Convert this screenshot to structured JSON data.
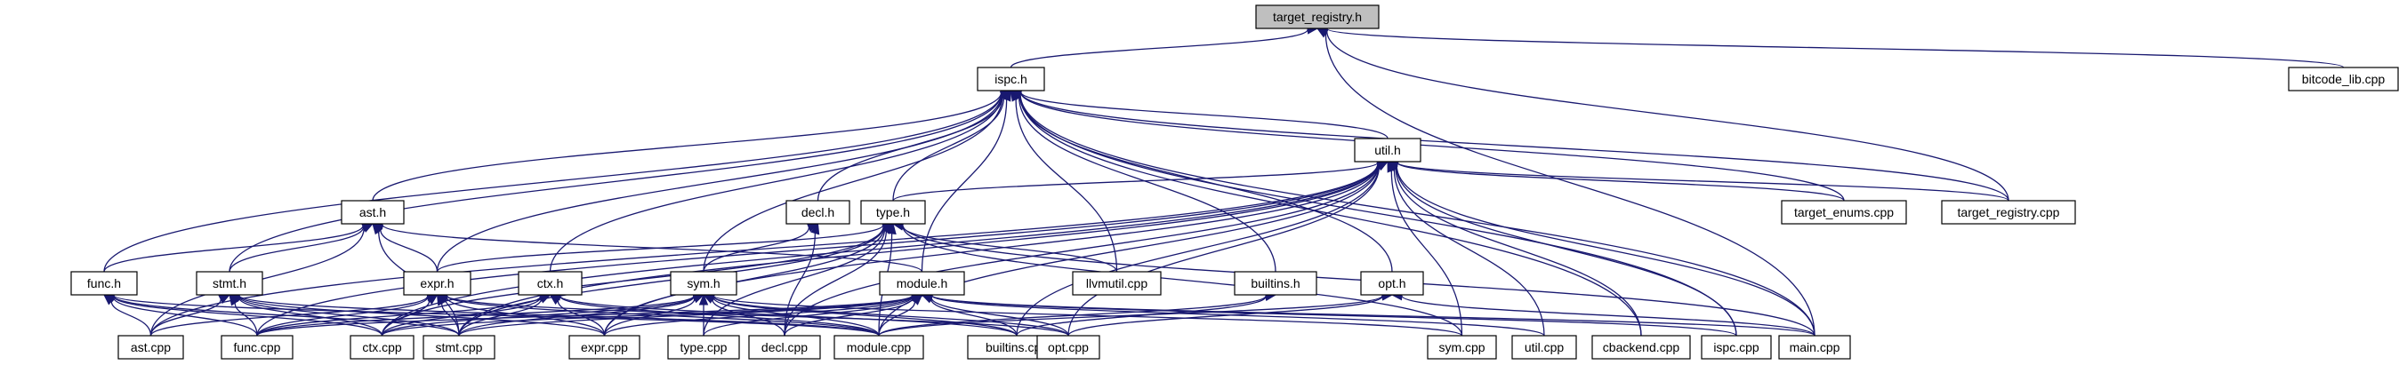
{
  "diagram": {
    "type": "include-dependency-graph",
    "colors": {
      "edge": "#191970",
      "node_border": "#000000",
      "node_fill": "#ffffff",
      "root_fill": "#bfbfbf"
    },
    "nodes": [
      {
        "id": "target_registry_h",
        "label": "target_registry.h"
      },
      {
        "id": "ispc_h",
        "label": "ispc.h"
      },
      {
        "id": "bitcode_lib_cpp",
        "label": "bitcode_lib.cpp"
      },
      {
        "id": "util_h",
        "label": "util.h"
      },
      {
        "id": "ast_h",
        "label": "ast.h"
      },
      {
        "id": "decl_h",
        "label": "decl.h"
      },
      {
        "id": "type_h",
        "label": "type.h"
      },
      {
        "id": "target_enums_cpp",
        "label": "target_enums.cpp"
      },
      {
        "id": "target_registry_cpp",
        "label": "target_registry.cpp"
      },
      {
        "id": "func_h",
        "label": "func.h"
      },
      {
        "id": "stmt_h",
        "label": "stmt.h"
      },
      {
        "id": "expr_h",
        "label": "expr.h"
      },
      {
        "id": "ctx_h",
        "label": "ctx.h"
      },
      {
        "id": "sym_h",
        "label": "sym.h"
      },
      {
        "id": "module_h",
        "label": "module.h"
      },
      {
        "id": "llvmutil_cpp",
        "label": "llvmutil.cpp"
      },
      {
        "id": "builtins_h",
        "label": "builtins.h"
      },
      {
        "id": "opt_h",
        "label": "opt.h"
      },
      {
        "id": "ast_cpp",
        "label": "ast.cpp"
      },
      {
        "id": "func_cpp",
        "label": "func.cpp"
      },
      {
        "id": "ctx_cpp",
        "label": "ctx.cpp"
      },
      {
        "id": "stmt_cpp",
        "label": "stmt.cpp"
      },
      {
        "id": "expr_cpp",
        "label": "expr.cpp"
      },
      {
        "id": "type_cpp",
        "label": "type.cpp"
      },
      {
        "id": "decl_cpp",
        "label": "decl.cpp"
      },
      {
        "id": "module_cpp",
        "label": "module.cpp"
      },
      {
        "id": "builtins_cpp",
        "label": "builtins.cpp"
      },
      {
        "id": "opt_cpp",
        "label": "opt.cpp"
      },
      {
        "id": "sym_cpp",
        "label": "sym.cpp"
      },
      {
        "id": "util_cpp",
        "label": "util.cpp"
      },
      {
        "id": "cbackend_cpp",
        "label": "cbackend.cpp"
      },
      {
        "id": "ispc_cpp",
        "label": "ispc.cpp"
      },
      {
        "id": "main_cpp",
        "label": "main.cpp"
      }
    ],
    "edges": [
      [
        "target_registry_h",
        "ispc_h"
      ],
      [
        "target_registry_h",
        "bitcode_lib_cpp"
      ],
      [
        "target_registry_h",
        "target_registry_cpp"
      ],
      [
        "target_registry_h",
        "main_cpp"
      ],
      [
        "ispc_h",
        "util_h"
      ],
      [
        "ispc_h",
        "ast_h"
      ],
      [
        "ispc_h",
        "decl_h"
      ],
      [
        "ispc_h",
        "type_h"
      ],
      [
        "ispc_h",
        "target_enums_cpp"
      ],
      [
        "ispc_h",
        "target_registry_cpp"
      ],
      [
        "ispc_h",
        "func_h"
      ],
      [
        "ispc_h",
        "stmt_h"
      ],
      [
        "ispc_h",
        "expr_h"
      ],
      [
        "ispc_h",
        "ctx_h"
      ],
      [
        "ispc_h",
        "sym_h"
      ],
      [
        "ispc_h",
        "module_h"
      ],
      [
        "ispc_h",
        "llvmutil_cpp"
      ],
      [
        "ispc_h",
        "builtins_h"
      ],
      [
        "ispc_h",
        "opt_h"
      ],
      [
        "ispc_h",
        "ispc_cpp"
      ],
      [
        "ispc_h",
        "main_cpp"
      ],
      [
        "ispc_h",
        "cbackend_cpp"
      ],
      [
        "util_h",
        "type_h"
      ],
      [
        "util_h",
        "target_enums_cpp"
      ],
      [
        "util_h",
        "target_registry_cpp"
      ],
      [
        "util_h",
        "func_cpp"
      ],
      [
        "util_h",
        "ast_cpp"
      ],
      [
        "util_h",
        "ctx_cpp"
      ],
      [
        "util_h",
        "stmt_cpp"
      ],
      [
        "util_h",
        "expr_cpp"
      ],
      [
        "util_h",
        "decl_cpp"
      ],
      [
        "util_h",
        "module_cpp"
      ],
      [
        "util_h",
        "builtins_cpp"
      ],
      [
        "util_h",
        "opt_cpp"
      ],
      [
        "util_h",
        "sym_cpp"
      ],
      [
        "util_h",
        "util_cpp"
      ],
      [
        "util_h",
        "cbackend_cpp"
      ],
      [
        "util_h",
        "ispc_cpp"
      ],
      [
        "util_h",
        "main_cpp"
      ],
      [
        "ast_h",
        "func_h"
      ],
      [
        "ast_h",
        "stmt_h"
      ],
      [
        "ast_h",
        "expr_h"
      ],
      [
        "ast_h",
        "module_h"
      ],
      [
        "ast_h",
        "ast_cpp"
      ],
      [
        "ast_h",
        "stmt_cpp"
      ],
      [
        "decl_h",
        "sym_h"
      ],
      [
        "decl_h",
        "decl_cpp"
      ],
      [
        "type_h",
        "expr_h"
      ],
      [
        "type_h",
        "llvmutil_cpp"
      ],
      [
        "type_h",
        "ctx_cpp"
      ],
      [
        "type_h",
        "stmt_cpp"
      ],
      [
        "type_h",
        "expr_cpp"
      ],
      [
        "type_h",
        "type_cpp"
      ],
      [
        "type_h",
        "decl_cpp"
      ],
      [
        "type_h",
        "module_cpp"
      ],
      [
        "type_h",
        "sym_cpp"
      ],
      [
        "type_h",
        "main_cpp"
      ],
      [
        "func_h",
        "ast_cpp"
      ],
      [
        "func_h",
        "func_cpp"
      ],
      [
        "func_h",
        "ctx_cpp"
      ],
      [
        "func_h",
        "stmt_cpp"
      ],
      [
        "func_h",
        "module_cpp"
      ],
      [
        "stmt_h",
        "ast_cpp"
      ],
      [
        "stmt_h",
        "func_cpp"
      ],
      [
        "stmt_h",
        "ctx_cpp"
      ],
      [
        "stmt_h",
        "stmt_cpp"
      ],
      [
        "stmt_h",
        "expr_cpp"
      ],
      [
        "stmt_h",
        "module_cpp"
      ],
      [
        "expr_h",
        "ast_cpp"
      ],
      [
        "expr_h",
        "func_cpp"
      ],
      [
        "expr_h",
        "ctx_cpp"
      ],
      [
        "expr_h",
        "stmt_cpp"
      ],
      [
        "expr_h",
        "expr_cpp"
      ],
      [
        "expr_h",
        "module_cpp"
      ],
      [
        "expr_h",
        "opt_cpp"
      ],
      [
        "ctx_h",
        "func_cpp"
      ],
      [
        "ctx_h",
        "ctx_cpp"
      ],
      [
        "ctx_h",
        "stmt_cpp"
      ],
      [
        "ctx_h",
        "expr_cpp"
      ],
      [
        "ctx_h",
        "module_cpp"
      ],
      [
        "ctx_h",
        "builtins_cpp"
      ],
      [
        "sym_h",
        "func_cpp"
      ],
      [
        "sym_h",
        "ctx_cpp"
      ],
      [
        "sym_h",
        "stmt_cpp"
      ],
      [
        "sym_h",
        "expr_cpp"
      ],
      [
        "sym_h",
        "type_cpp"
      ],
      [
        "sym_h",
        "decl_cpp"
      ],
      [
        "sym_h",
        "module_cpp"
      ],
      [
        "sym_h",
        "builtins_cpp"
      ],
      [
        "sym_h",
        "opt_cpp"
      ],
      [
        "sym_h",
        "sym_cpp"
      ],
      [
        "module_h",
        "func_cpp"
      ],
      [
        "module_h",
        "ctx_cpp"
      ],
      [
        "module_h",
        "stmt_cpp"
      ],
      [
        "module_h",
        "expr_cpp"
      ],
      [
        "module_h",
        "type_cpp"
      ],
      [
        "module_h",
        "decl_cpp"
      ],
      [
        "module_h",
        "module_cpp"
      ],
      [
        "module_h",
        "builtins_cpp"
      ],
      [
        "module_h",
        "opt_cpp"
      ],
      [
        "module_h",
        "util_cpp"
      ],
      [
        "module_h",
        "ispc_cpp"
      ],
      [
        "module_h",
        "main_cpp"
      ],
      [
        "builtins_h",
        "module_cpp"
      ],
      [
        "builtins_h",
        "builtins_cpp"
      ],
      [
        "opt_h",
        "module_cpp"
      ],
      [
        "opt_h",
        "opt_cpp"
      ],
      [
        "opt_h",
        "main_cpp"
      ]
    ]
  }
}
